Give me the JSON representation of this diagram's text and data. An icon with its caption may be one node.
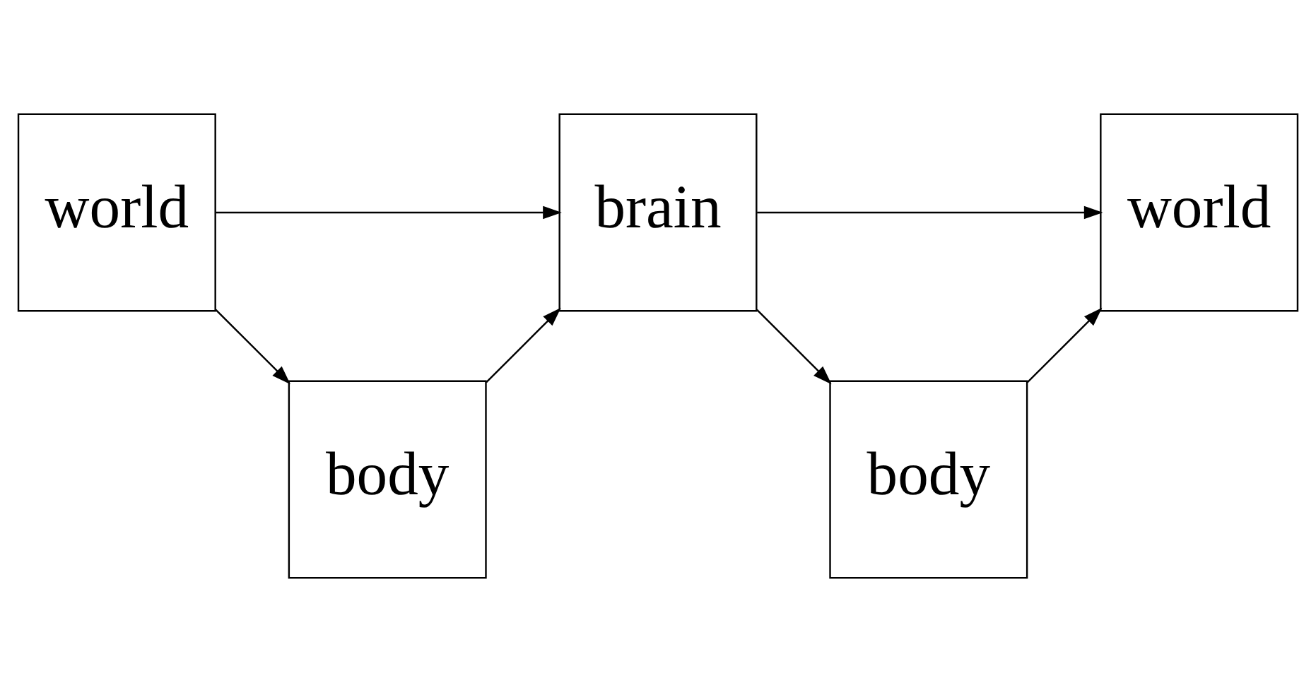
{
  "diagram": {
    "nodes": [
      {
        "text": [
          "world"
        ]
      },
      {
        "text": [
          "brain"
        ]
      },
      {
        "text": [
          "world"
        ]
      },
      {
        "text": [
          "body"
        ]
      },
      {
        "text": [
          "body"
        ]
      }
    ],
    "edges": [
      {
        "from": 0,
        "to": 1,
        "arrow": "to"
      },
      {
        "from": 1,
        "to": 2,
        "arrow": "to"
      },
      {
        "from": 0,
        "to": 3,
        "arrow": "to"
      },
      {
        "from": 3,
        "to": 1,
        "arrow": "to"
      },
      {
        "from": 1,
        "to": 4,
        "arrow": "to"
      },
      {
        "from": 4,
        "to": 2,
        "arrow": "to"
      }
    ]
  }
}
